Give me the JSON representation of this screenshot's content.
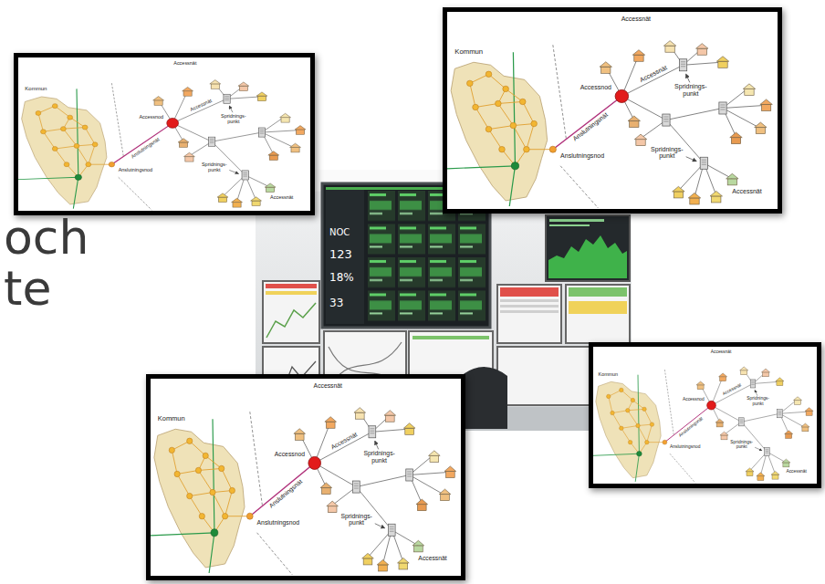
{
  "diagram": {
    "nodes": [
      {
        "text": [
          "Accessnät",
          "Kommun",
          "Accessnod",
          "Accessnät",
          "Spridnings- punkt",
          "Anslutningsnät",
          "Anslutningsnod",
          "Spridnings- punkt",
          "Accessnät"
        ]
      },
      {
        "text": [
          "Accessnät",
          "Kommun",
          "Accessnod",
          "Accessnät",
          "Spridnings- punkt",
          "Anslutningsnät",
          "Anslutningsnod",
          "Spridnings- punkt",
          "Accessnät"
        ]
      },
      {
        "text": [
          "Accessnät",
          "Kommun",
          "Accessnod",
          "Accessnät",
          "Spridnings- punkt",
          "Anslutningsnät",
          "Anslutningsnod",
          "Spridnings- punkt",
          "Accessnät"
        ]
      },
      {
        "text": [
          "Accessnät",
          "Kommun",
          "Accessnod",
          "Accessnät",
          "Spridnings- punkt",
          "Anslutningsnät",
          "Anslutningsnod",
          "Spridnings- punkt",
          "Accessnät"
        ]
      }
    ],
    "labels": [
      "och",
      "te",
      "NOC",
      "123",
      "18%",
      "33"
    ]
  }
}
